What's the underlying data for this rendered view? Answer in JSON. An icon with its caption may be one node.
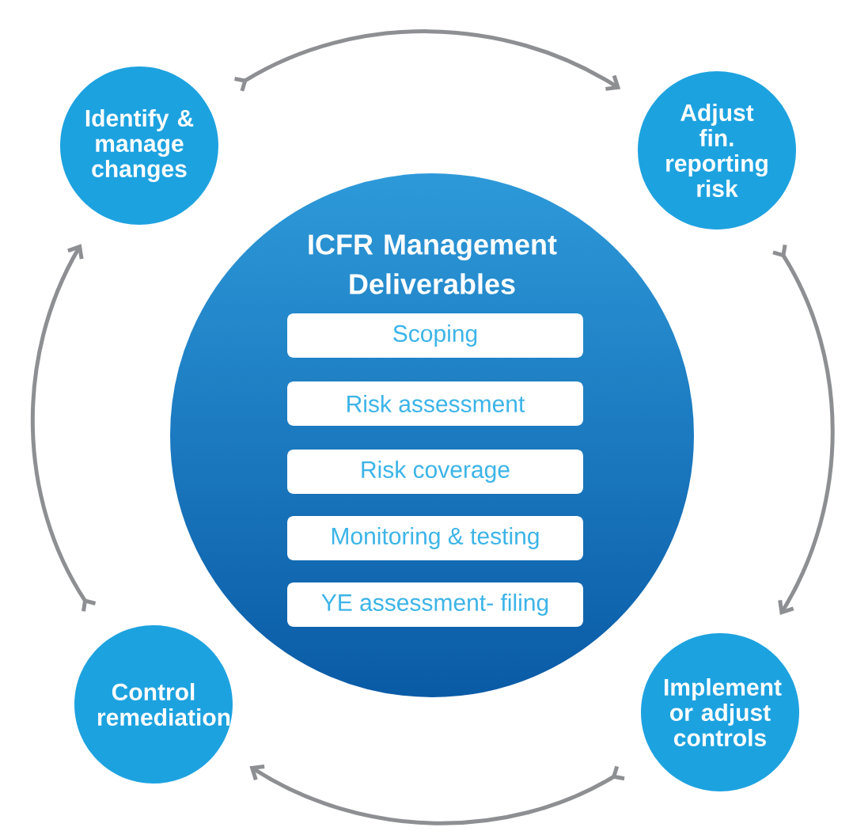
{
  "diagram": {
    "nodes": [
      {
        "text": [
          "Identify & manage changes"
        ]
      },
      {
        "text": [
          "Adjust fin. reporting risk"
        ]
      },
      {
        "text": [
          "ICFR Management Deliverables"
        ]
      },
      {
        "text": [
          "Scoping"
        ],
        "in": 2
      },
      {
        "text": [
          "Risk assessment"
        ],
        "in": 2
      },
      {
        "text": [
          "Risk coverage"
        ],
        "in": 2
      },
      {
        "text": [
          "Monitoring & testing"
        ],
        "in": 2
      },
      {
        "text": [
          "YE assessment- filing"
        ],
        "in": 2
      },
      {
        "text": [
          "Control remediation"
        ]
      },
      {
        "text": [
          "Implement or adjust controls"
        ]
      }
    ],
    "edges": [
      {
        "from": 0,
        "to": 1,
        "arrow": "to"
      },
      {
        "from": 1,
        "to": 9,
        "arrow": "to"
      },
      {
        "from": 9,
        "to": 8,
        "arrow": "to"
      },
      {
        "from": 8,
        "to": 0,
        "arrow": "to"
      }
    ]
  }
}
